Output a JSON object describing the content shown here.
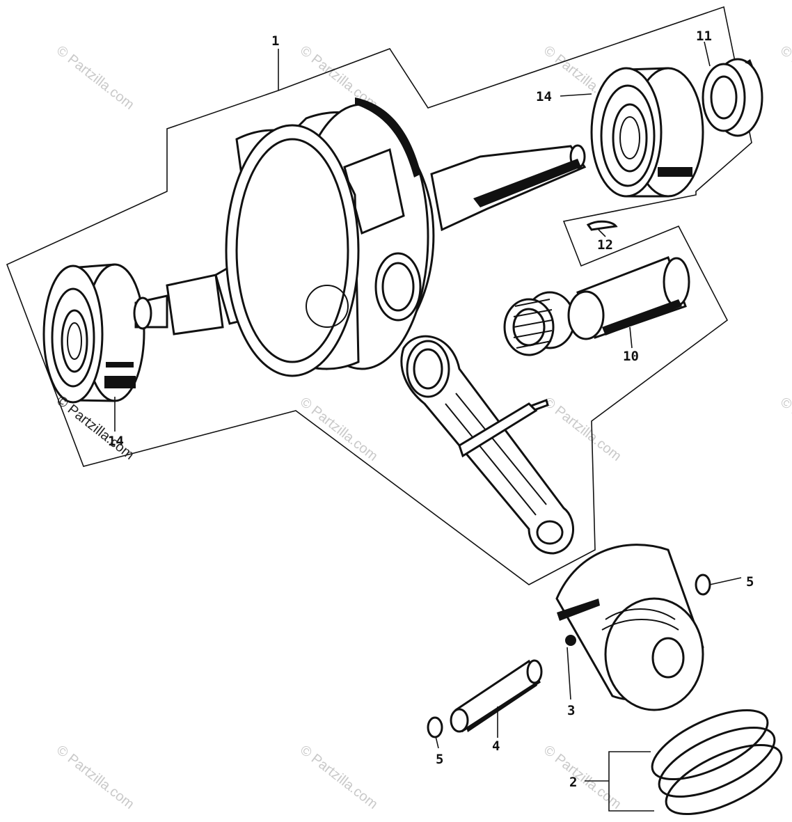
{
  "diagram": {
    "callouts": {
      "crankshaft": "1",
      "piston_ring_set": "2",
      "piston": "3",
      "piston_pin": "4",
      "clip_right": "5",
      "clip_left": "5",
      "crank_pin": "10",
      "sprocket_seal": "11",
      "woodruff_key": "12",
      "bearing_right": "14",
      "bearing_left": "14"
    },
    "watermark": "© Partzilla.com"
  }
}
